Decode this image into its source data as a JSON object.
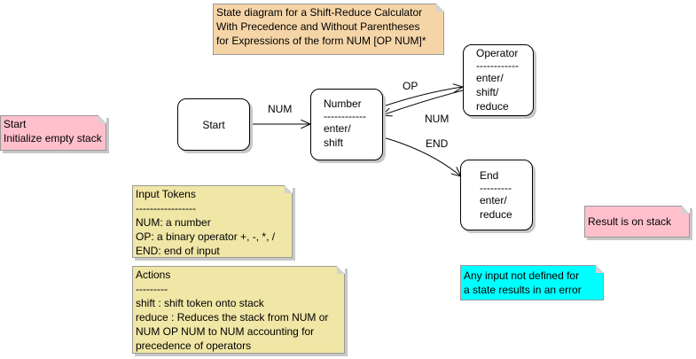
{
  "title_note": {
    "lines": [
      "State diagram for a Shift-Reduce Calculator",
      "With Precedence and Without Parentheses",
      "for Expressions of the form NUM [OP NUM]*"
    ],
    "color": "#f5d5a8"
  },
  "start_note": {
    "lines": [
      "Start",
      "Initialize empty stack"
    ],
    "color": "#ffc0cb"
  },
  "result_note": {
    "text": "Result is on stack",
    "color": "#ffc0cb"
  },
  "error_note": {
    "lines": [
      "Any input not defined for",
      "a state results in an error"
    ],
    "color": "#00ffff"
  },
  "tokens_note": {
    "lines": [
      "Input Tokens",
      "-----------------",
      "NUM: a number",
      "OP: a binary operator +, -, *, /",
      "END: end of input"
    ],
    "color": "#f0e6a6"
  },
  "actions_note": {
    "lines": [
      "Actions",
      "---------",
      "shift : shift token onto stack",
      "reduce : Reduces the stack from NUM or",
      "NUM OP NUM to NUM accounting for",
      "precedence of operators"
    ],
    "color": "#f0e6a6"
  },
  "states": {
    "start": {
      "lines": [
        "Start"
      ]
    },
    "number": {
      "lines": [
        "Number",
        "------------",
        "enter/",
        "shift"
      ]
    },
    "operator": {
      "lines": [
        "Operator",
        "------------",
        "enter/",
        "shift/",
        "reduce"
      ]
    },
    "end": {
      "lines": [
        "End",
        "---------",
        "enter/",
        "reduce"
      ]
    }
  },
  "transitions": {
    "start_number": "NUM",
    "number_operator": "OP",
    "operator_number": "NUM",
    "number_end": "END"
  }
}
